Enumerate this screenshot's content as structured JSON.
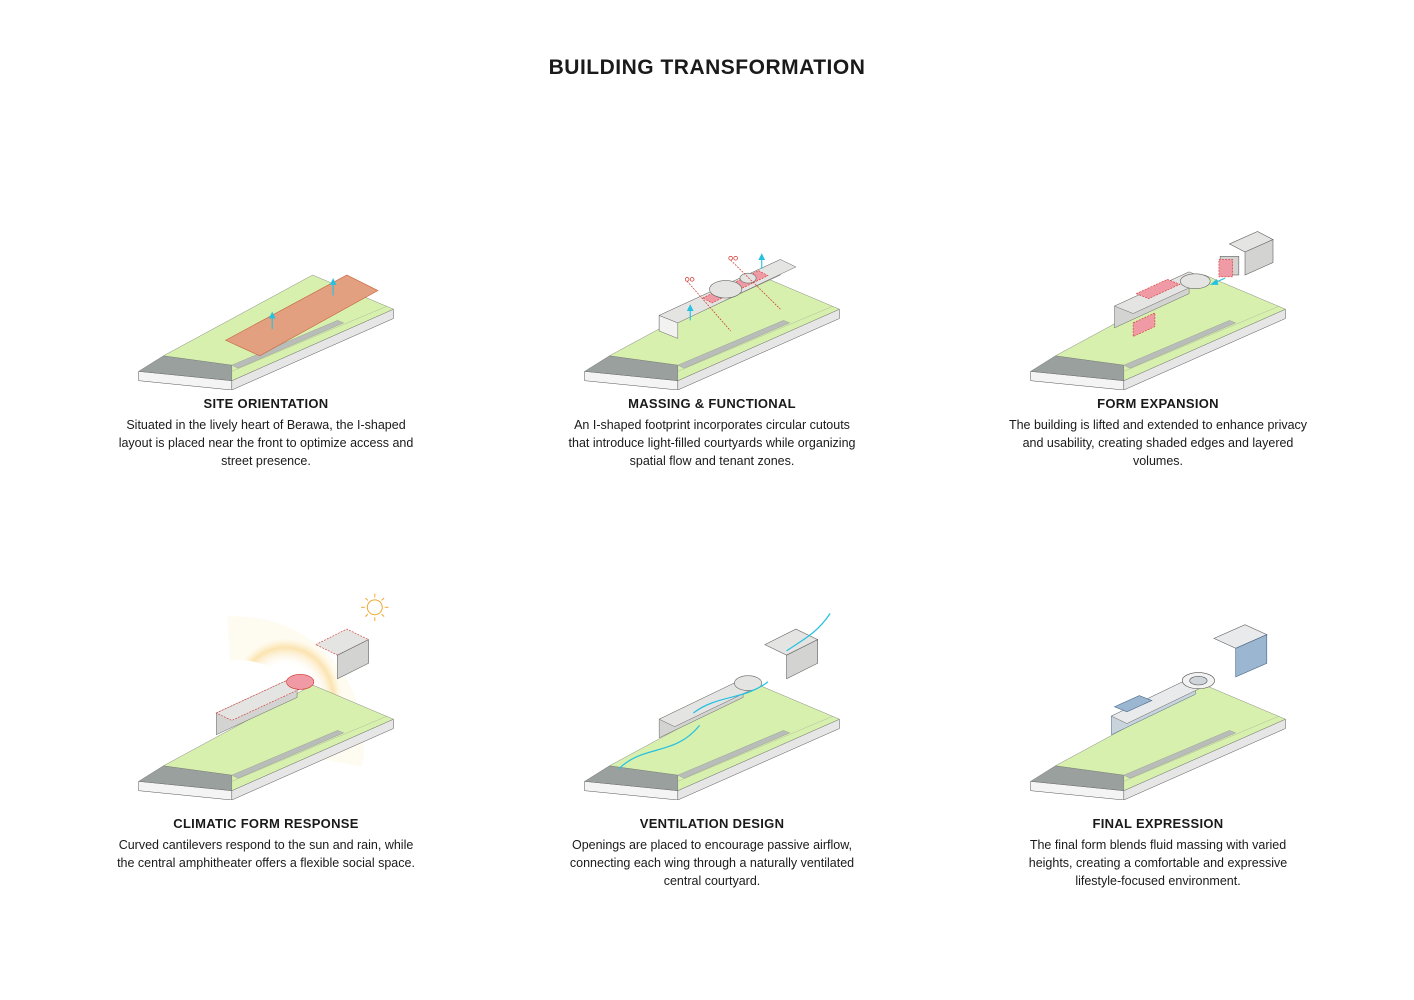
{
  "title": "BUILDING TRANSFORMATION",
  "colors": {
    "road": "#9aa09d",
    "green": "#d7f0ae",
    "site_fill": "#e2a080",
    "building": "#e4e5e3",
    "highlight": "#ef9aa4",
    "arrow_cyan": "#27c1e0",
    "red_line": "#d2342f",
    "sun": "#f6c04a"
  },
  "panels": [
    {
      "id": "site",
      "heading": "SITE ORIENTATION",
      "text": "Situated in the lively heart of Berawa, the I-shaped layout is placed near the front to optimize access and street presence."
    },
    {
      "id": "massing",
      "heading": "MASSING & FUNCTIONAL",
      "text": "An I-shaped footprint incorporates circular cutouts that introduce light-filled courtyards while organizing spatial flow and tenant zones."
    },
    {
      "id": "expansion",
      "heading": "FORM EXPANSION",
      "text": "The building is lifted and extended to enhance privacy and usability, creating shaded edges and layered volumes."
    },
    {
      "id": "climatic",
      "heading": "CLIMATIC FORM RESPONSE",
      "text": "Curved cantilevers respond to the sun and rain, while the central amphitheater offers a flexible social space."
    },
    {
      "id": "ventilation",
      "heading": "VENTILATION DESIGN",
      "text": "Openings are placed to encourage passive airflow, connecting each wing through a naturally ventilated central courtyard."
    },
    {
      "id": "final",
      "heading": "FINAL EXPRESSION",
      "text": "The final form blends fluid massing with varied heights, creating a comfortable and expressive lifestyle-focused environment."
    }
  ]
}
